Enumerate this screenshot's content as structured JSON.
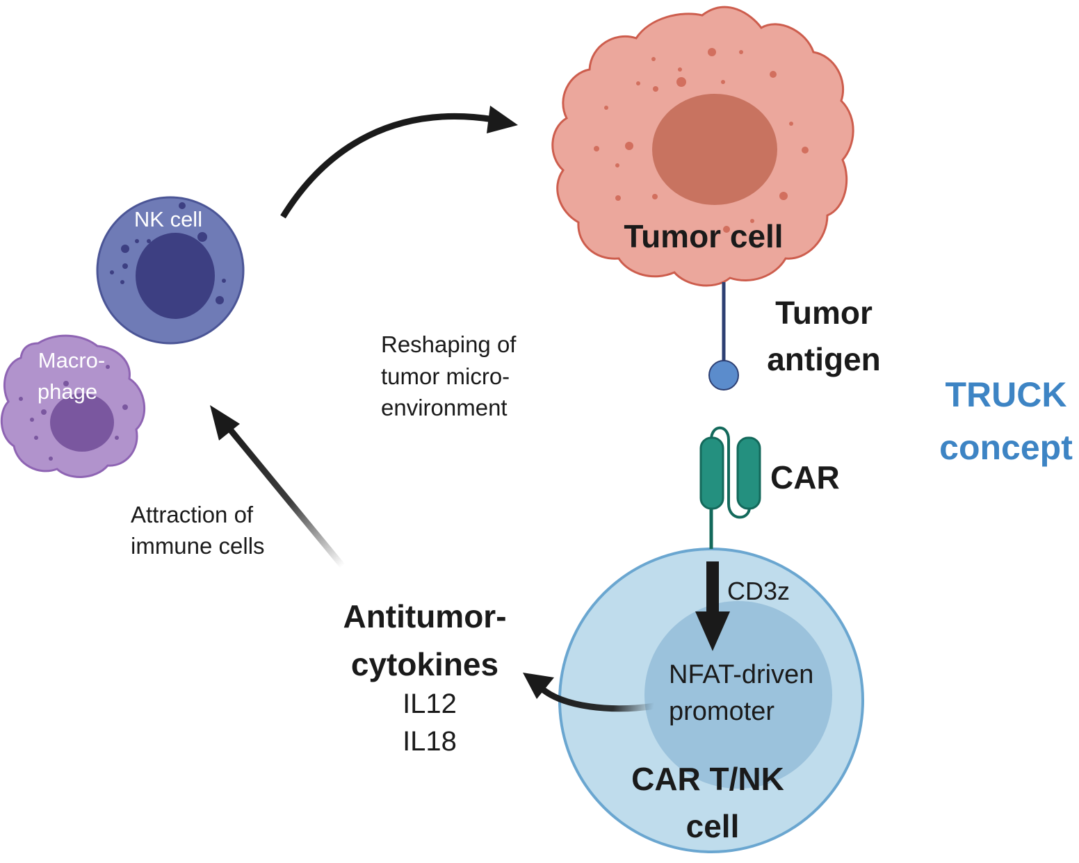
{
  "labels": {
    "tumor_cell": "Tumor cell",
    "tumor_antigen_line1": "Tumor",
    "tumor_antigen_line2": "antigen",
    "truck_line1": "TRUCK",
    "truck_line2": "concept",
    "car": "CAR",
    "cd3z": "CD3z",
    "nfat_line1": "NFAT-driven",
    "nfat_line2": "promoter",
    "car_cell_line1": "CAR T/NK",
    "car_cell_line2": "cell",
    "nk_cell": "NK cell",
    "macrophage_line1": "Macro-",
    "macrophage_line2": "phage",
    "reshaping_line1": "Reshaping of",
    "reshaping_line2": "tumor micro-",
    "reshaping_line3": "environment",
    "attraction_line1": "Attraction of",
    "attraction_line2": "immune cells",
    "cytokines_line1": "Antitumor-",
    "cytokines_line2": "cytokines",
    "il12": "IL12",
    "il18": "IL18"
  },
  "colors": {
    "tumor_fill": "#eba79c",
    "tumor_stroke": "#cd5d4d",
    "tumor_nucleus": "#c87360",
    "tumor_dots": "#d26f5e",
    "nk_fill": "#6f7bb6",
    "nk_stroke": "#4b5596",
    "nk_nucleus": "#3d3f82",
    "macro_fill": "#b193cc",
    "macro_stroke": "#8e64b3",
    "macro_nucleus": "#7a579f",
    "car_cell_fill": "#bfdcec",
    "car_cell_stroke": "#6aa6d0",
    "car_nucleus": "#9bc2dc",
    "car_receptor": "#24907f",
    "car_receptor_stroke": "#13695b",
    "antigen_stalk": "#2d3f72",
    "antigen_head": "#5b8ccc",
    "truck_text": "#3d84c4",
    "arrow": "#1a1a1a"
  }
}
